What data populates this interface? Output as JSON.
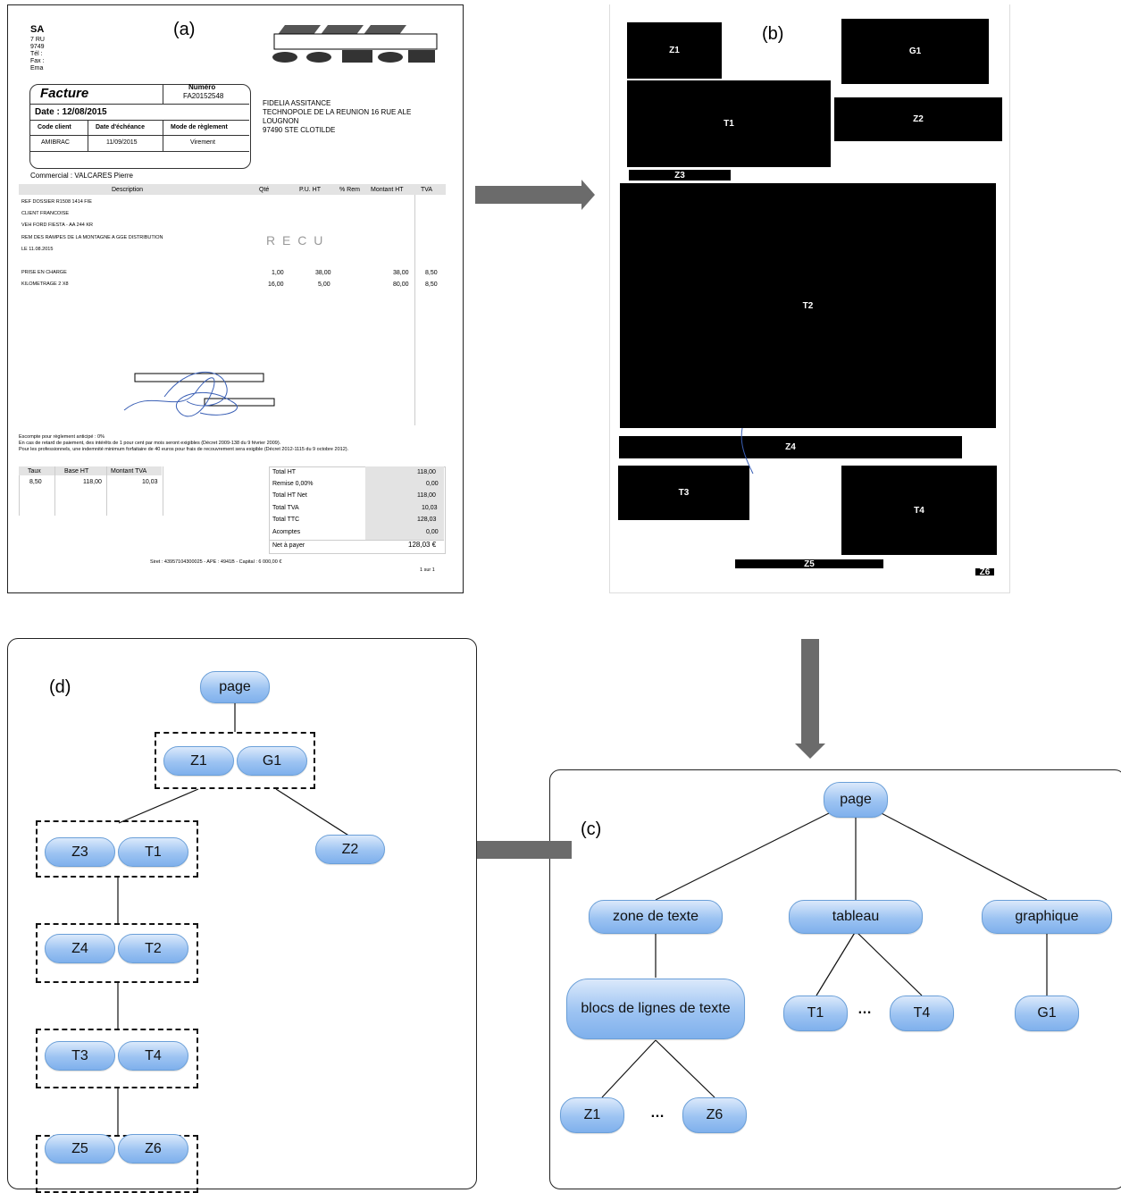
{
  "panels": {
    "a": "(a)",
    "b": "(b)",
    "c": "(c)",
    "d": "(d)"
  },
  "invoice": {
    "company_lines": [
      "SA",
      "7 RU",
      "9749",
      "Tél :",
      "Fax :",
      "Ema"
    ],
    "doc_title": "Facture",
    "numero_label": "Numéro",
    "numero_value": "FA20152548",
    "date": "Date : 12/08/2015",
    "col_code": "Code client",
    "col_echeance": "Date d'échéance",
    "col_mode": "Mode de règlement",
    "val_code": "AMIBRAC",
    "val_echeance": "11/09/2015",
    "val_mode": "Virement",
    "addressee": [
      "FIDELIA ASSITANCE",
      "TECHNOPOLE DE LA REUNION  16 RUE ALE",
      "LOUGNON",
      "97490 STE CLOTILDE"
    ],
    "commercial": "Commercial : VALCARES Pierre",
    "headers": [
      "Description",
      "Qté",
      "P.U. HT",
      "% Rem",
      "Montant HT",
      "TVA"
    ],
    "desc_lines": [
      "REF DOSSIER R1508 1414 FIE",
      "CLIENT FRANCOISE",
      "VEH FORD FIESTA - AA 244 KR",
      "REM DES RAMPES DE LA MONTAGNE A GGE DISTRIBUTION",
      "LE 11.08.2015"
    ],
    "stamp": "R E C U",
    "rows": [
      {
        "desc": "PRISE EN CHARGE",
        "qte": "1,00",
        "pu": "38,00",
        "montant": "38,00",
        "tva": "8,50"
      },
      {
        "desc": "KILOMETRAGE 2 X8",
        "qte": "16,00",
        "pu": "5,00",
        "montant": "80,00",
        "tva": "8,50"
      }
    ],
    "legal": [
      "Escompte pour règlement anticipé : 0%",
      "En cas de retard de paiement, des intérêts de 1 pour cent par mois seront exigibles (Décret 2009-138 du 9 février 2009).",
      "Pour les professionnels, une indemnité minimum forfaitaire de 40 euros pour frais de recouvrement sera exigible (Décret 2012-1115 du 9 octobre 2012)."
    ],
    "tva_headers": [
      "Taux",
      "Base HT",
      "Montant TVA"
    ],
    "tva_values": [
      "8,50",
      "118,00",
      "10,03"
    ],
    "totals": [
      {
        "label": "Total HT",
        "value": "118,00"
      },
      {
        "label": "Remise 0,00%",
        "value": "0,00"
      },
      {
        "label": "Total HT Net",
        "value": "118,00"
      },
      {
        "label": "Total TVA",
        "value": "10,03"
      },
      {
        "label": "Total TTC",
        "value": "128,03"
      },
      {
        "label": "Acomptes",
        "value": "0,00"
      },
      {
        "label": "Net à payer",
        "value": "128,03 €"
      }
    ],
    "footer": "Siret : 43957104300025 - APE : 4941B - Capital : 6 000,00 €",
    "page_no": "1 sur 1"
  },
  "blocks": [
    "Z1",
    "G1",
    "T1",
    "Z2",
    "Z3",
    "T2",
    "Z4",
    "T3",
    "T4",
    "Z5",
    "Z6"
  ],
  "tree_c": {
    "root": "page",
    "zone": "zone de texte",
    "tableau": "tableau",
    "graphique": "graphique",
    "blocs": "blocs de lignes de texte",
    "z1": "Z1",
    "z6": "Z6",
    "t1": "T1",
    "t4": "T4",
    "g1": "G1",
    "ellipsis": "…"
  },
  "tree_d": {
    "root": "page",
    "nodes": [
      "Z1",
      "G1",
      "Z2",
      "Z3",
      "T1",
      "Z4",
      "T2",
      "T3",
      "T4",
      "Z5",
      "Z6"
    ]
  },
  "colors": {
    "node_fill": "#9cc3f2",
    "node_border": "#6a9fd8",
    "arrow": "#6b6b6b",
    "block": "#000000"
  }
}
